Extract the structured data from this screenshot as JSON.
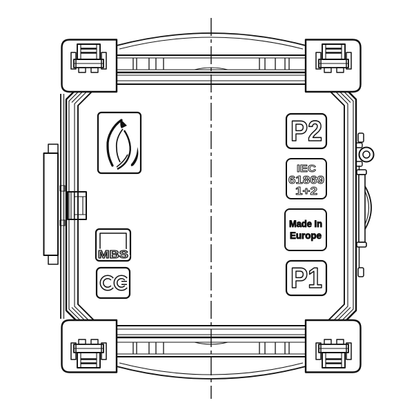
{
  "drawing": {
    "title": "current-transformer-front-view-technical-drawing",
    "background": "#ffffff",
    "line_color": "#111111",
    "labels": {
      "p2": "P2",
      "p1": "P1",
      "iec_line1": "IEC",
      "iec_line2": "61869",
      "iec_line3": "1+2",
      "made_line1": "Made In",
      "made_line2": "Europe",
      "mbs": "MBS",
      "ce": "CE"
    },
    "icons": {
      "logo": "penguin-logo",
      "ce": "ce-mark-icon",
      "seal": "sealing-eyelet-icon",
      "screws": "corner-screw-terminal-icon"
    }
  }
}
